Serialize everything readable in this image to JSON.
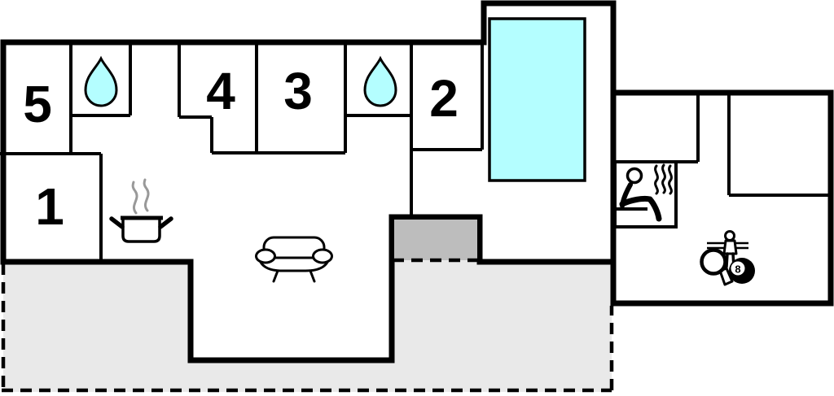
{
  "plan": {
    "type": "vacation-house-floor-plan",
    "colors": {
      "wall": "#000000",
      "water": "#b4feff",
      "terrace": "#e9e9e9",
      "entrance": "#bdbdbd",
      "steam": "#999999",
      "background": "#ffffff"
    },
    "rooms": {
      "r1": {
        "label": "1"
      },
      "r2": {
        "label": "2"
      },
      "r3": {
        "label": "3"
      },
      "r4": {
        "label": "4"
      },
      "r5": {
        "label": "5"
      }
    },
    "icons": {
      "bathroom1": "water-drop",
      "bathroom2": "water-drop",
      "kitchen": "steaming-pot",
      "living": "sofa",
      "pool": "swimming-pool",
      "sauna": "sauna-person-with-steam",
      "games": "table-tennis-foosball-billiards",
      "eight_ball": "8"
    }
  }
}
